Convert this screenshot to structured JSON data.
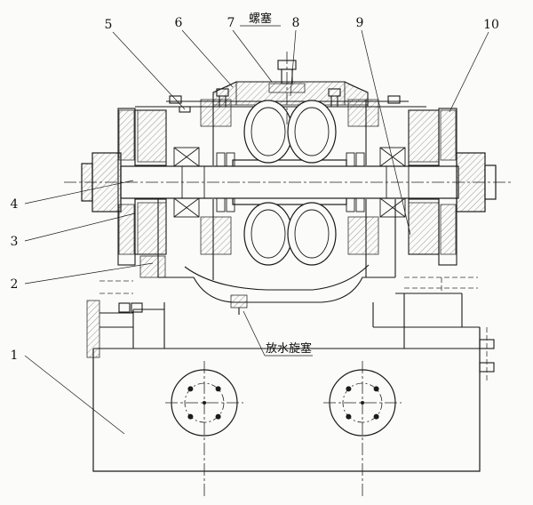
{
  "figure": {
    "type": "engineering-section-drawing",
    "description": "Cross-section assembly drawing of a twin-rotor pump/gearbox on a base",
    "colors": {
      "ink": "#1a1a1a",
      "paper": "#fbfbf9"
    },
    "callouts": [
      {
        "label": "1"
      },
      {
        "label": "2"
      },
      {
        "label": "3"
      },
      {
        "label": "4"
      },
      {
        "label": "5"
      },
      {
        "label": "6"
      },
      {
        "label": "7"
      },
      {
        "label": "8"
      },
      {
        "label": "9"
      },
      {
        "label": "10"
      }
    ],
    "annotations": {
      "screw_plug": "螺塞",
      "drain_cock": "放水旋塞"
    }
  }
}
